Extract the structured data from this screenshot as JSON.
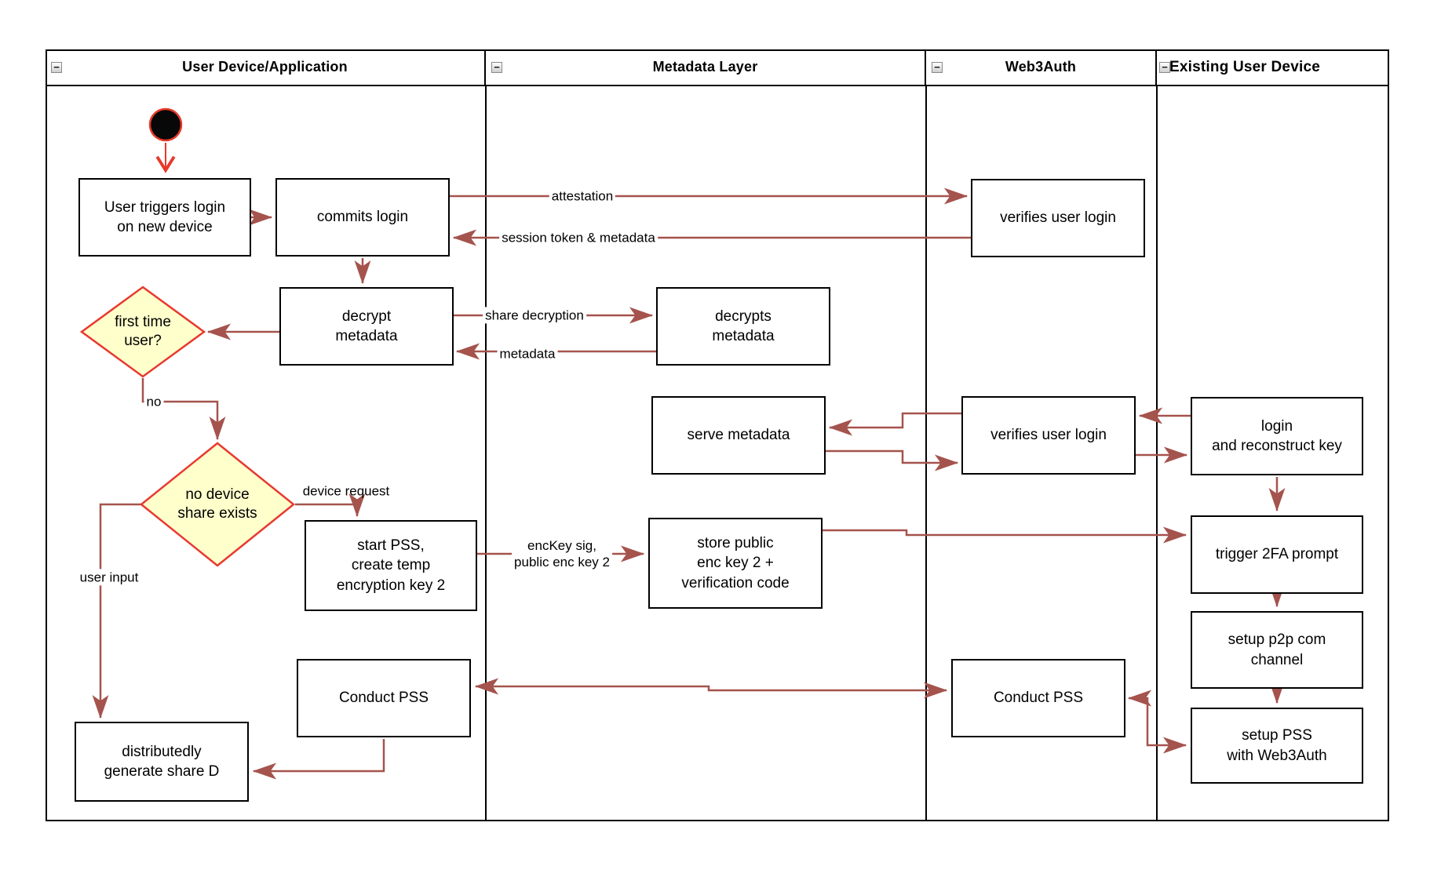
{
  "diagram": {
    "lanes": [
      {
        "title": "User Device/Application"
      },
      {
        "title": "Metadata Layer"
      },
      {
        "title": "Web3Auth"
      },
      {
        "title": "Existing User Device"
      }
    ],
    "icons": {
      "collapse": "−"
    },
    "nodes": {
      "user_triggers": {
        "label": "User triggers login\non new device"
      },
      "commits_login": {
        "label": "commits login"
      },
      "decrypt_metadata": {
        "label": "decrypt\nmetadata"
      },
      "first_time_user": {
        "label": "first time\nuser?"
      },
      "no_device_share": {
        "label": "no device\nshare exists"
      },
      "start_pss": {
        "label": "start PSS,\ncreate temp\nencryption key 2"
      },
      "conduct_pss_user": {
        "label": "Conduct PSS"
      },
      "generate_share_d": {
        "label": "distributedly\ngenerate share D"
      },
      "decrypts_metadata": {
        "label": "decrypts\nmetadata"
      },
      "serve_metadata": {
        "label": "serve metadata"
      },
      "store_public_key": {
        "label": "store public\nenc key 2 +\nverification code"
      },
      "verifies_login_top": {
        "label": "verifies user login"
      },
      "verifies_login_mid": {
        "label": "verifies user login"
      },
      "conduct_pss_web3": {
        "label": "Conduct PSS"
      },
      "login_reconstruct": {
        "label": "login\nand reconstruct key"
      },
      "trigger_2fa": {
        "label": "trigger 2FA prompt"
      },
      "setup_p2p": {
        "label": "setup p2p com\nchannel"
      },
      "setup_pss": {
        "label": "setup PSS\nwith Web3Auth"
      }
    },
    "edge_labels": {
      "attestation": "attestation",
      "session_token": "session token & metadata",
      "share_decryption": "share decryption",
      "metadata": "metadata",
      "no": "no",
      "device_request": "device request",
      "user_input": "user input",
      "enckey_sig": "encKey sig,\npublic enc key 2"
    },
    "colors": {
      "arrow": "#a5534d",
      "start_arrow": "#e8392a",
      "diamond_fill": "#ffffcc",
      "diamond_border": "#e8392f",
      "node_border": "#000000"
    }
  }
}
